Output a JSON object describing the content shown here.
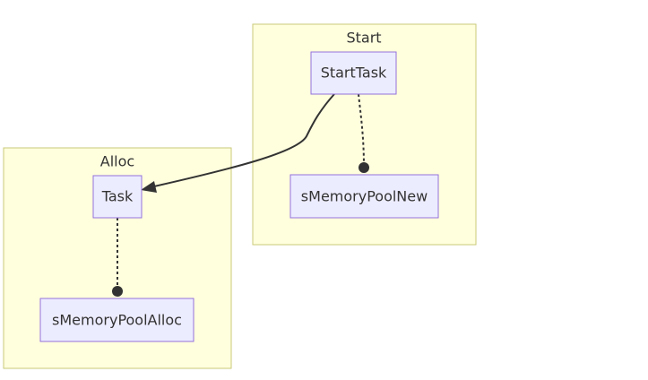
{
  "diagram": {
    "type": "flowchart",
    "clusters": {
      "start": {
        "label": "Start"
      },
      "alloc": {
        "label": "Alloc"
      }
    },
    "nodes": {
      "start_task": {
        "label": "StartTask"
      },
      "s_memory_pool_new": {
        "label": "sMemoryPoolNew"
      },
      "task": {
        "label": "Task"
      },
      "s_memory_pool_alloc": {
        "label": "sMemoryPoolAlloc"
      }
    },
    "edges": [
      {
        "from": "StartTask",
        "to": "Task",
        "style": "solid",
        "head": "arrow"
      },
      {
        "from": "StartTask",
        "to": "sMemoryPoolNew",
        "style": "dotted",
        "head": "circle"
      },
      {
        "from": "Task",
        "to": "sMemoryPoolAlloc",
        "style": "dotted",
        "head": "circle"
      }
    ],
    "colors": {
      "cluster_fill": "#ffffde",
      "cluster_stroke": "#c8c87a",
      "node_fill": "#ececff",
      "node_stroke": "#9370db",
      "edge": "#333333",
      "text": "#333333"
    }
  }
}
